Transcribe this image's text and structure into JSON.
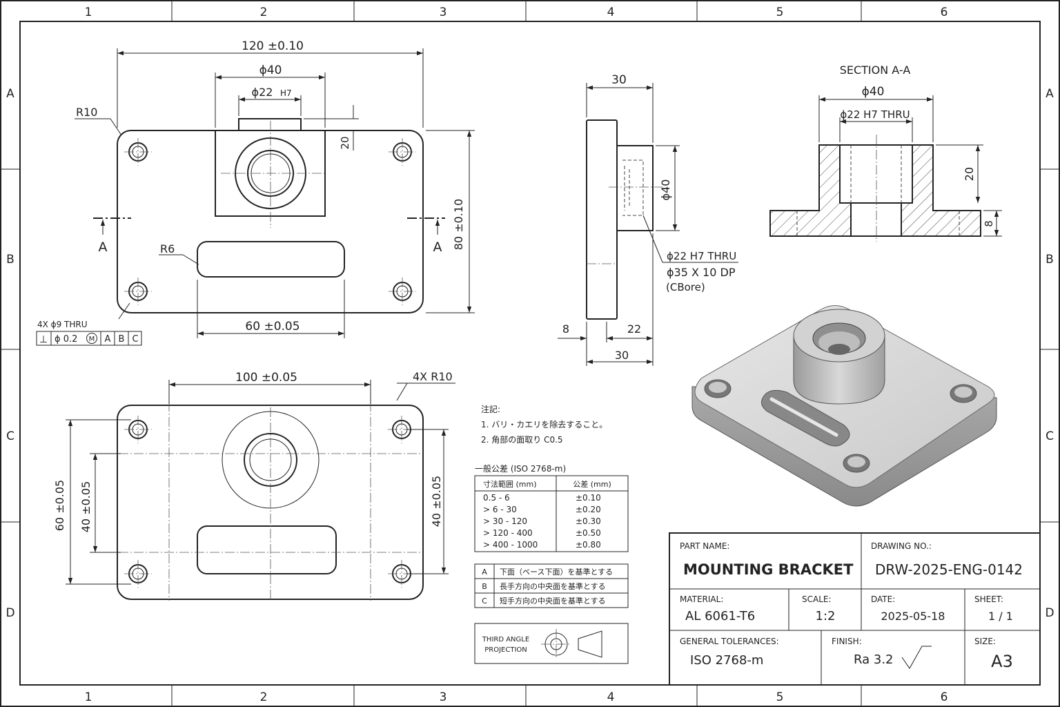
{
  "border": {
    "columns": [
      "1",
      "2",
      "3",
      "4",
      "5",
      "6"
    ],
    "rows": [
      "A",
      "B",
      "C",
      "D"
    ]
  },
  "top_view": {
    "dim_width": "120 ±0.10",
    "dim_boss_od": "ϕ40",
    "dim_bore": "ϕ22",
    "dim_bore_fit": "H7",
    "dim_20": "20",
    "dim_height": "80 ±0.10",
    "corner_radius": "R10",
    "slot_radius": "R6",
    "dim_slot": "60 ±0.05",
    "holes_note": "4X ϕ9 THRU",
    "section_marker": "A",
    "fcf": [
      "⊥",
      "ϕ 0.2",
      "M",
      "A",
      "B",
      "C"
    ]
  },
  "bottom_view": {
    "dim_hole_span": "100 ±0.05",
    "corner_note": "4X R10",
    "dim_60": "60 ±0.05",
    "dim_40_left": "40 ±0.05",
    "dim_40_right": "40 ±0.05"
  },
  "side_view": {
    "dim_top_30": "30",
    "dim_boss_od": "ϕ40",
    "note_thru": "ϕ22 H7 THRU",
    "note_cbore": "ϕ35 X 10 DP",
    "note_cbore2": "(CBore)",
    "dim_8": "8",
    "dim_22": "22",
    "dim_bottom_30": "30"
  },
  "section": {
    "title": "SECTION A-A",
    "dim_od": "ϕ40",
    "dim_bore": "ϕ22 H7 THRU",
    "dim_20": "20",
    "dim_8": "8"
  },
  "notes": {
    "heading": "注記:",
    "items": [
      "1. バリ・カエリを除去すること。",
      "2. 角部の面取り C0.5"
    ]
  },
  "tolerance_table": {
    "title": "一般公差 (ISO 2768-m)",
    "headers": [
      "寸法範囲 (mm)",
      "公差 (mm)"
    ],
    "rows": [
      [
        "0.5 - 6",
        "±0.10"
      ],
      [
        "> 6 - 30",
        "±0.20"
      ],
      [
        "> 30 - 120",
        "±0.30"
      ],
      [
        "> 120 - 400",
        "±0.50"
      ],
      [
        "> 400 - 1000",
        "±0.80"
      ]
    ]
  },
  "datum_table": [
    [
      "A",
      "下面（ベース下面）を基準とする"
    ],
    [
      "B",
      "長手方向の中央面を基準とする"
    ],
    [
      "C",
      "短手方向の中央面を基準とする"
    ]
  ],
  "projection": {
    "line1": "THIRD ANGLE",
    "line2": "PROJECTION"
  },
  "title_block": {
    "part_name_label": "PART NAME:",
    "part_name": "MOUNTING BRACKET",
    "drawing_no_label": "DRAWING NO.:",
    "drawing_no": "DRW-2025-ENG-0142",
    "material_label": "MATERIAL:",
    "material": "AL 6061-T6",
    "scale_label": "SCALE:",
    "scale": "1:2",
    "date_label": "DATE:",
    "date": "2025-05-18",
    "sheet_label": "SHEET:",
    "sheet": "1 / 1",
    "tolerances_label": "GENERAL TOLERANCES:",
    "tolerances": "ISO 2768-m",
    "finish_label": "FINISH:",
    "finish": "Ra 3.2",
    "size_label": "SIZE:",
    "size": "A3"
  }
}
